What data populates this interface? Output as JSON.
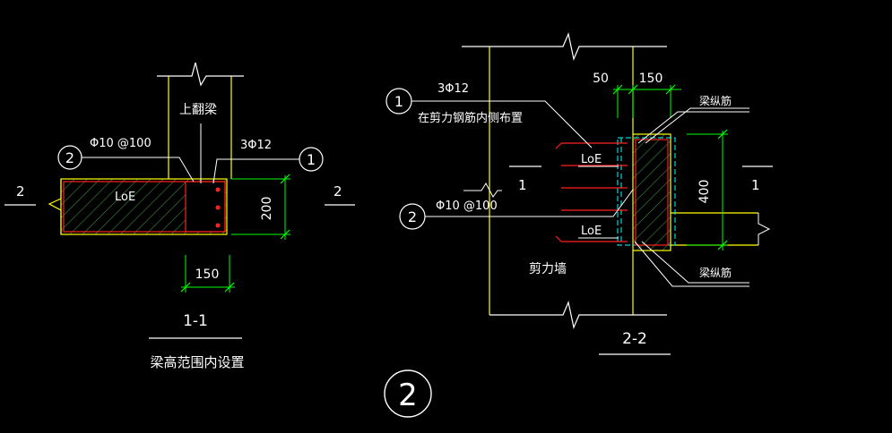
{
  "left_detail": {
    "label_upturned_beam": "上翻梁",
    "stirrup": "Φ10 @100",
    "bars": "3Φ12",
    "anchor": "LoE",
    "dim_height": "200",
    "dim_width": "150",
    "marker_1": "1",
    "marker_2": "2",
    "section_left": "2",
    "section_right": "2",
    "section_title": "1-1",
    "caption": "梁高范围内设置"
  },
  "right_detail": {
    "marker_1": "1",
    "bars": "3Φ12",
    "bars_note": "在剪力钢筋内侧布置",
    "dim_50": "50",
    "dim_150": "150",
    "long_bar_top": "梁纵筋",
    "long_bar_bottom": "梁纵筋",
    "anchor_top": "LoE",
    "anchor_bottom": "LoE",
    "section_left": "1",
    "section_right": "1",
    "marker_2": "2",
    "stirrup": "Φ10 @100",
    "dim_400": "400",
    "wall": "剪力墙",
    "section_title": "2-2"
  },
  "detail_number": "2",
  "colors": {
    "background": "#000000",
    "white": "#ffffff",
    "yellow": "#ffff00",
    "green": "#00ff00",
    "red": "#ff2020",
    "cyan": "#00ffff",
    "hatch": "#40a040"
  }
}
